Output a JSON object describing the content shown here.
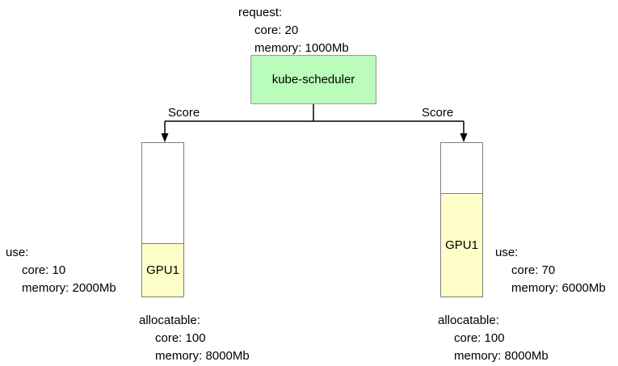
{
  "colors": {
    "scheduler_fill": "#bafcba",
    "scheduler_border": "#999999",
    "node_border": "#7f7f7f",
    "gpu_fill": "#ffffc9",
    "line": "#000000"
  },
  "request": {
    "title": "request:",
    "core": "core: 20",
    "memory": "memory: 1000Mb"
  },
  "scheduler": {
    "label": "kube-scheduler"
  },
  "edges": {
    "left_label": "Score",
    "right_label": "Score"
  },
  "left_node": {
    "gpu_label": "GPU1",
    "use": {
      "title": "use:",
      "core": "core: 10",
      "memory": "memory: 2000Mb"
    },
    "allocatable": {
      "title": "allocatable:",
      "core": "core: 100",
      "memory": "memory: 8000Mb"
    }
  },
  "right_node": {
    "gpu_label": "GPU1",
    "use": {
      "title": "use:",
      "core": "core: 70",
      "memory": "memory: 6000Mb"
    },
    "allocatable": {
      "title": "allocatable:",
      "core": "core: 100",
      "memory": "memory: 8000Mb"
    }
  }
}
